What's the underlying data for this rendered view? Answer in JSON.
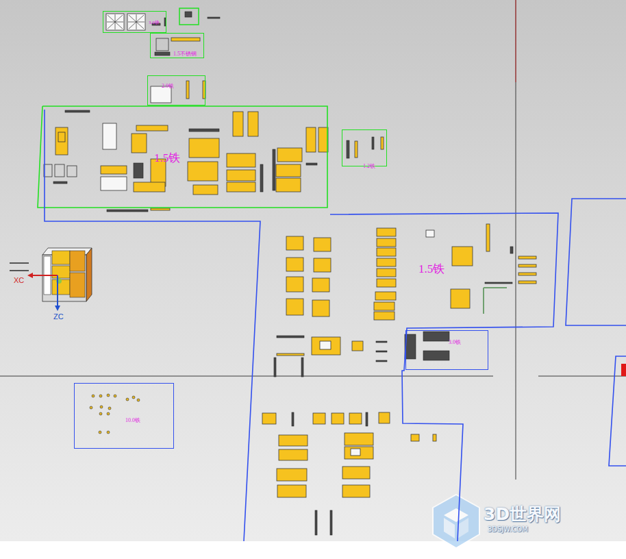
{
  "diagram": {
    "nodes": [
      {
        "text": [
          "3.0铁"
        ]
      },
      {
        "text": [
          "1.5不锈钢"
        ]
      },
      {
        "text": [
          "2.0铁"
        ]
      },
      {
        "text": [
          "1.5铁"
        ]
      },
      {
        "text": [
          "1.2铁"
        ]
      },
      {
        "text": [
          "1.5铁"
        ]
      },
      {
        "text": [
          "3.0铁"
        ]
      },
      {
        "text": [
          "10.0铁"
        ]
      }
    ],
    "labels": [
      "XC",
      "ZC",
      "3D世界网",
      "3DSJW.COM"
    ]
  }
}
